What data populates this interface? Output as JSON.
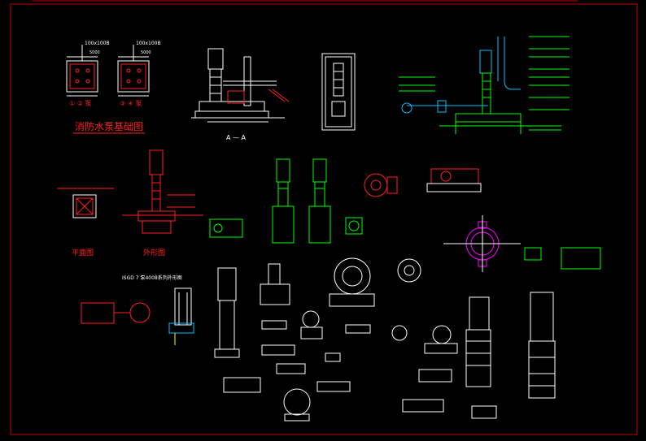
{
  "colors": {
    "background": "#000000",
    "frame": "#c00000",
    "white": "#ffffff",
    "red": "#ff2020",
    "green": "#00ff00",
    "magenta": "#ff00ff",
    "cyan": "#00c0ff",
    "yellow": "#ffff00"
  },
  "labels": {
    "foundation_title": "消防水泵基础图",
    "plan_view": "平面图",
    "outline_view": "外形图",
    "section_mark": "A — A",
    "legend_caption": "ISGD 7 泵4008系列外形图",
    "dim_top_left": "100x100B",
    "dim_top_right": "100x100B",
    "sub_left": "5000",
    "sub_right": "5000",
    "foundation_a": "① ② 泵",
    "foundation_b": "③ ④ 泵"
  },
  "icons": [
    "pump-foundation-plan-icon",
    "vertical-multistage-pump-icon",
    "horizontal-pump-icon",
    "centrifugal-pump-icon",
    "butterfly-valve-icon",
    "motor-icon"
  ]
}
